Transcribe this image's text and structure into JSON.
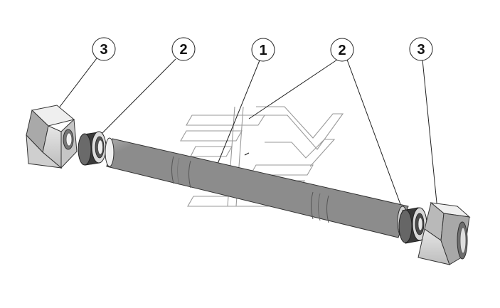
{
  "callouts": [
    {
      "id": "c1",
      "label": "3"
    },
    {
      "id": "c2",
      "label": "2"
    },
    {
      "id": "c3",
      "label": "1"
    },
    {
      "id": "c4",
      "label": "2"
    },
    {
      "id": "c5",
      "label": "3"
    }
  ],
  "colors": {
    "background": "#ffffff",
    "part_light": "#e2e2e2",
    "part_mid": "#b5b5b5",
    "part_dark": "#555555",
    "outline": "#222222",
    "watermark": "#9a9a9a"
  }
}
